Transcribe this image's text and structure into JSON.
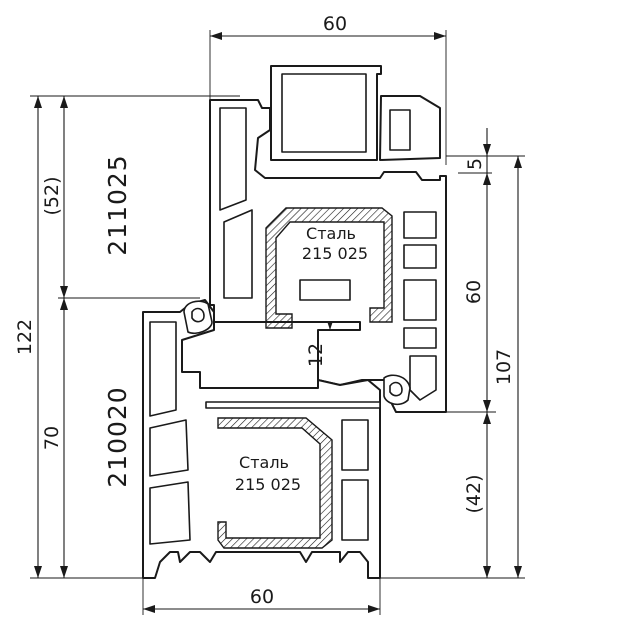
{
  "dimensions": {
    "top_width": "60",
    "bottom_width": "60",
    "left_total": "122",
    "left_upper": "(52)",
    "left_lower": "70",
    "right_total": "107",
    "right_upper": "5",
    "right_mid": "60",
    "right_lower": "(42)",
    "center_gap": "12"
  },
  "profiles": {
    "upper_code": "211025",
    "lower_code": "210020"
  },
  "reinforcements": {
    "upper": {
      "material": "Сталь",
      "code": "215 025"
    },
    "lower": {
      "material": "Сталь",
      "code": "215 025"
    }
  }
}
